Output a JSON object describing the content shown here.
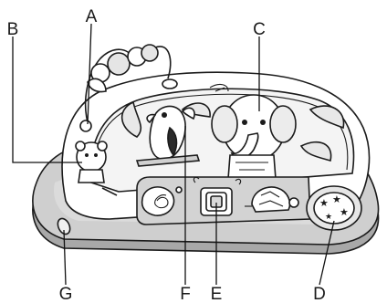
{
  "labels": {
    "A": "A",
    "B": "B",
    "C": "C",
    "D": "D",
    "E": "E",
    "F": "F",
    "G": "G"
  },
  "colors": {
    "outline": "#1b1b1b",
    "base_gray": "#c9c9c9",
    "base_dark": "#9a9a9a",
    "panel": "#ffffff",
    "shade": "#d9d9d9"
  }
}
